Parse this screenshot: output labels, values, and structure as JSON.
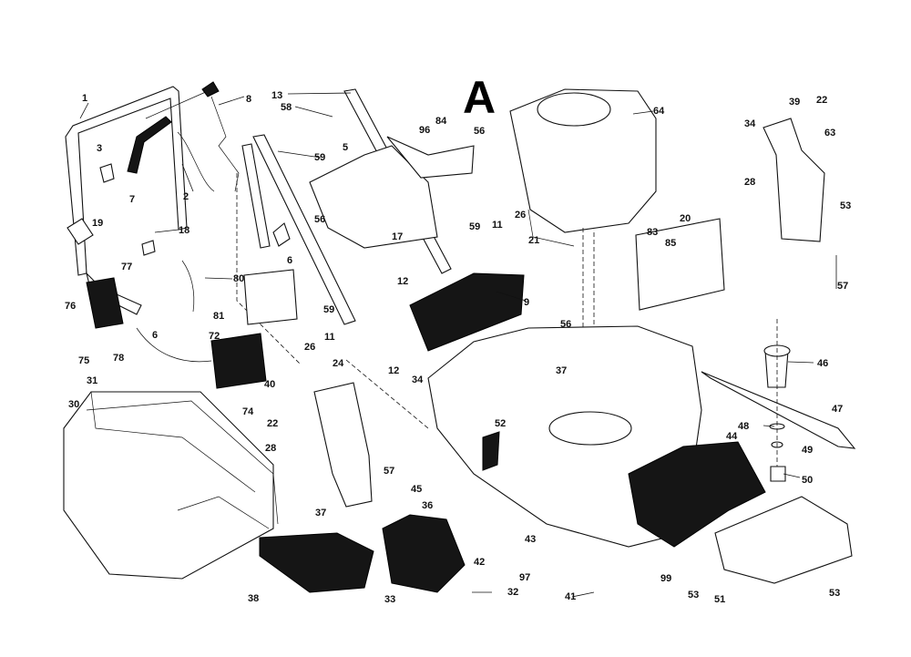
{
  "page_letter": "A",
  "labels": [
    "1",
    "2",
    "3",
    "5",
    "6",
    "6",
    "7",
    "8",
    "9",
    "11",
    "11",
    "12",
    "12",
    "13",
    "17",
    "18",
    "19",
    "20",
    "21",
    "22",
    "22",
    "24",
    "26",
    "26",
    "28",
    "28",
    "30",
    "31",
    "32",
    "33",
    "34",
    "34",
    "36",
    "37",
    "37",
    "38",
    "39",
    "40",
    "41",
    "42",
    "43",
    "44",
    "45",
    "46",
    "47",
    "48",
    "49",
    "50",
    "51",
    "52",
    "53",
    "53",
    "53",
    "56",
    "56",
    "56",
    "57",
    "57",
    "58",
    "59",
    "59",
    "59",
    "63",
    "64",
    "72",
    "74",
    "75",
    "76",
    "77",
    "78",
    "80",
    "81",
    "83",
    "84",
    "85",
    "96",
    "97",
    "99"
  ]
}
